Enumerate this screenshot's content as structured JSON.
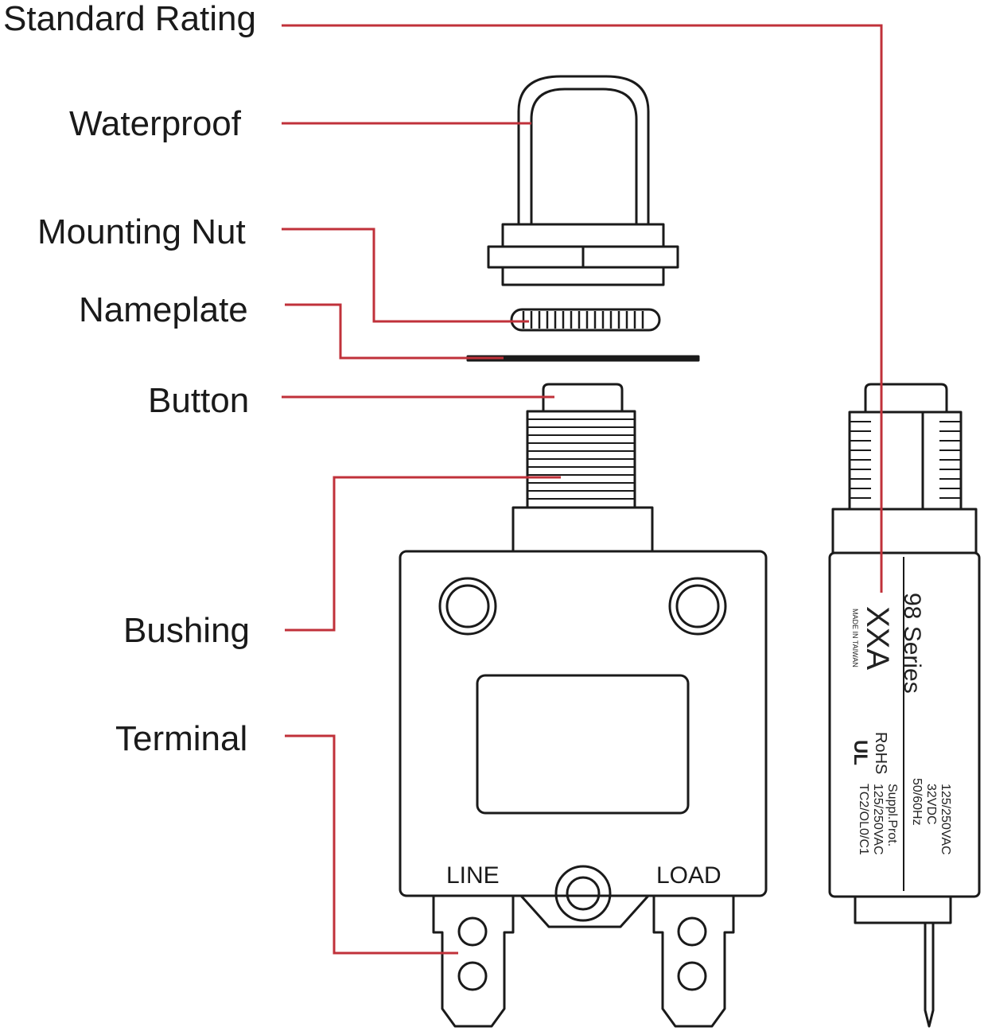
{
  "labels": {
    "standard_rating": "Standard Rating",
    "waterproof": "Waterproof",
    "mounting_nut": "Mounting Nut",
    "nameplate": "Nameplate",
    "button": "Button",
    "bushing": "Bushing",
    "terminal": "Terminal"
  },
  "front_view": {
    "line": "LINE",
    "load": "LOAD"
  },
  "side_view": {
    "series": "98 Series",
    "rating": "XXA",
    "made_in": "MADE IN TAIWAN",
    "rohs": "RoHS",
    "ul": "UL",
    "spec_1": "125/250VAC",
    "spec_2": "32VDC",
    "spec_3": "50/60Hz",
    "spec_4": "Suppl.Prot.",
    "spec_5": "125/250VAC",
    "spec_6": "TC2/OL0/C1"
  },
  "colors": {
    "leader": "#c0313a",
    "outline": "#1a1a1a"
  }
}
